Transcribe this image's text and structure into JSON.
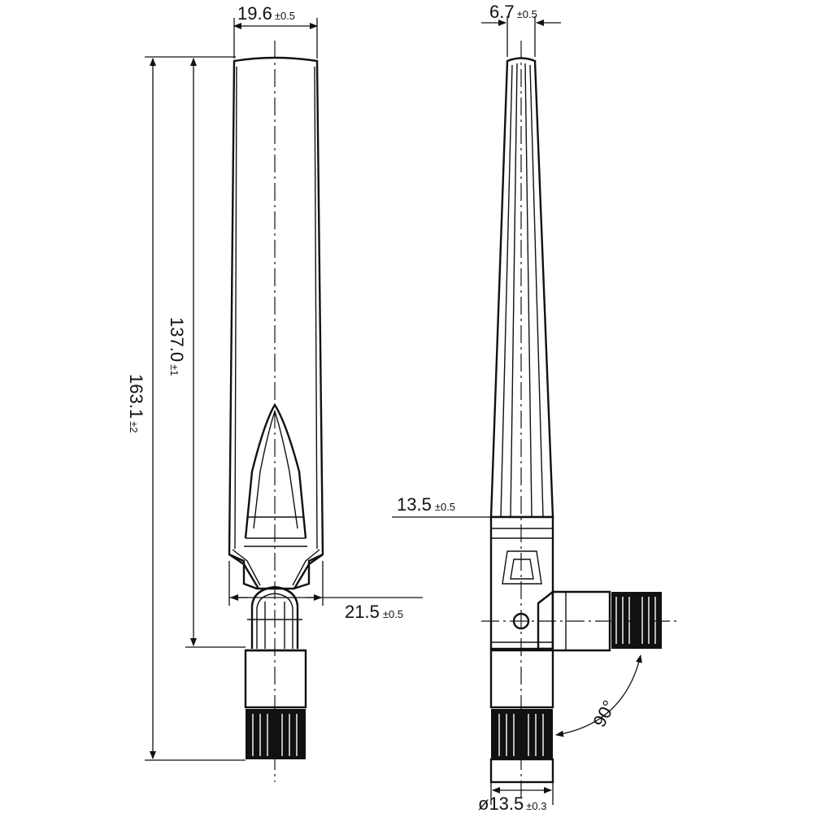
{
  "dimensions": {
    "width_front": {
      "value": "19.6",
      "tol": "±0.5"
    },
    "width_side": {
      "value": "6.7",
      "tol": "±0.5"
    },
    "total_height": {
      "value": "163.1",
      "tol": "±2"
    },
    "body_height": {
      "value": "137.0",
      "tol": "±1"
    },
    "base_width": {
      "value": "21.5",
      "tol": "±0.5"
    },
    "joint_height": {
      "value": "13.5",
      "tol": "±0.5"
    },
    "connector_diameter": {
      "value": "ø13.5",
      "tol": "±0.3"
    },
    "swivel_angle": {
      "value": "90°"
    }
  },
  "colors": {
    "line": "#111111",
    "background": "#ffffff"
  }
}
